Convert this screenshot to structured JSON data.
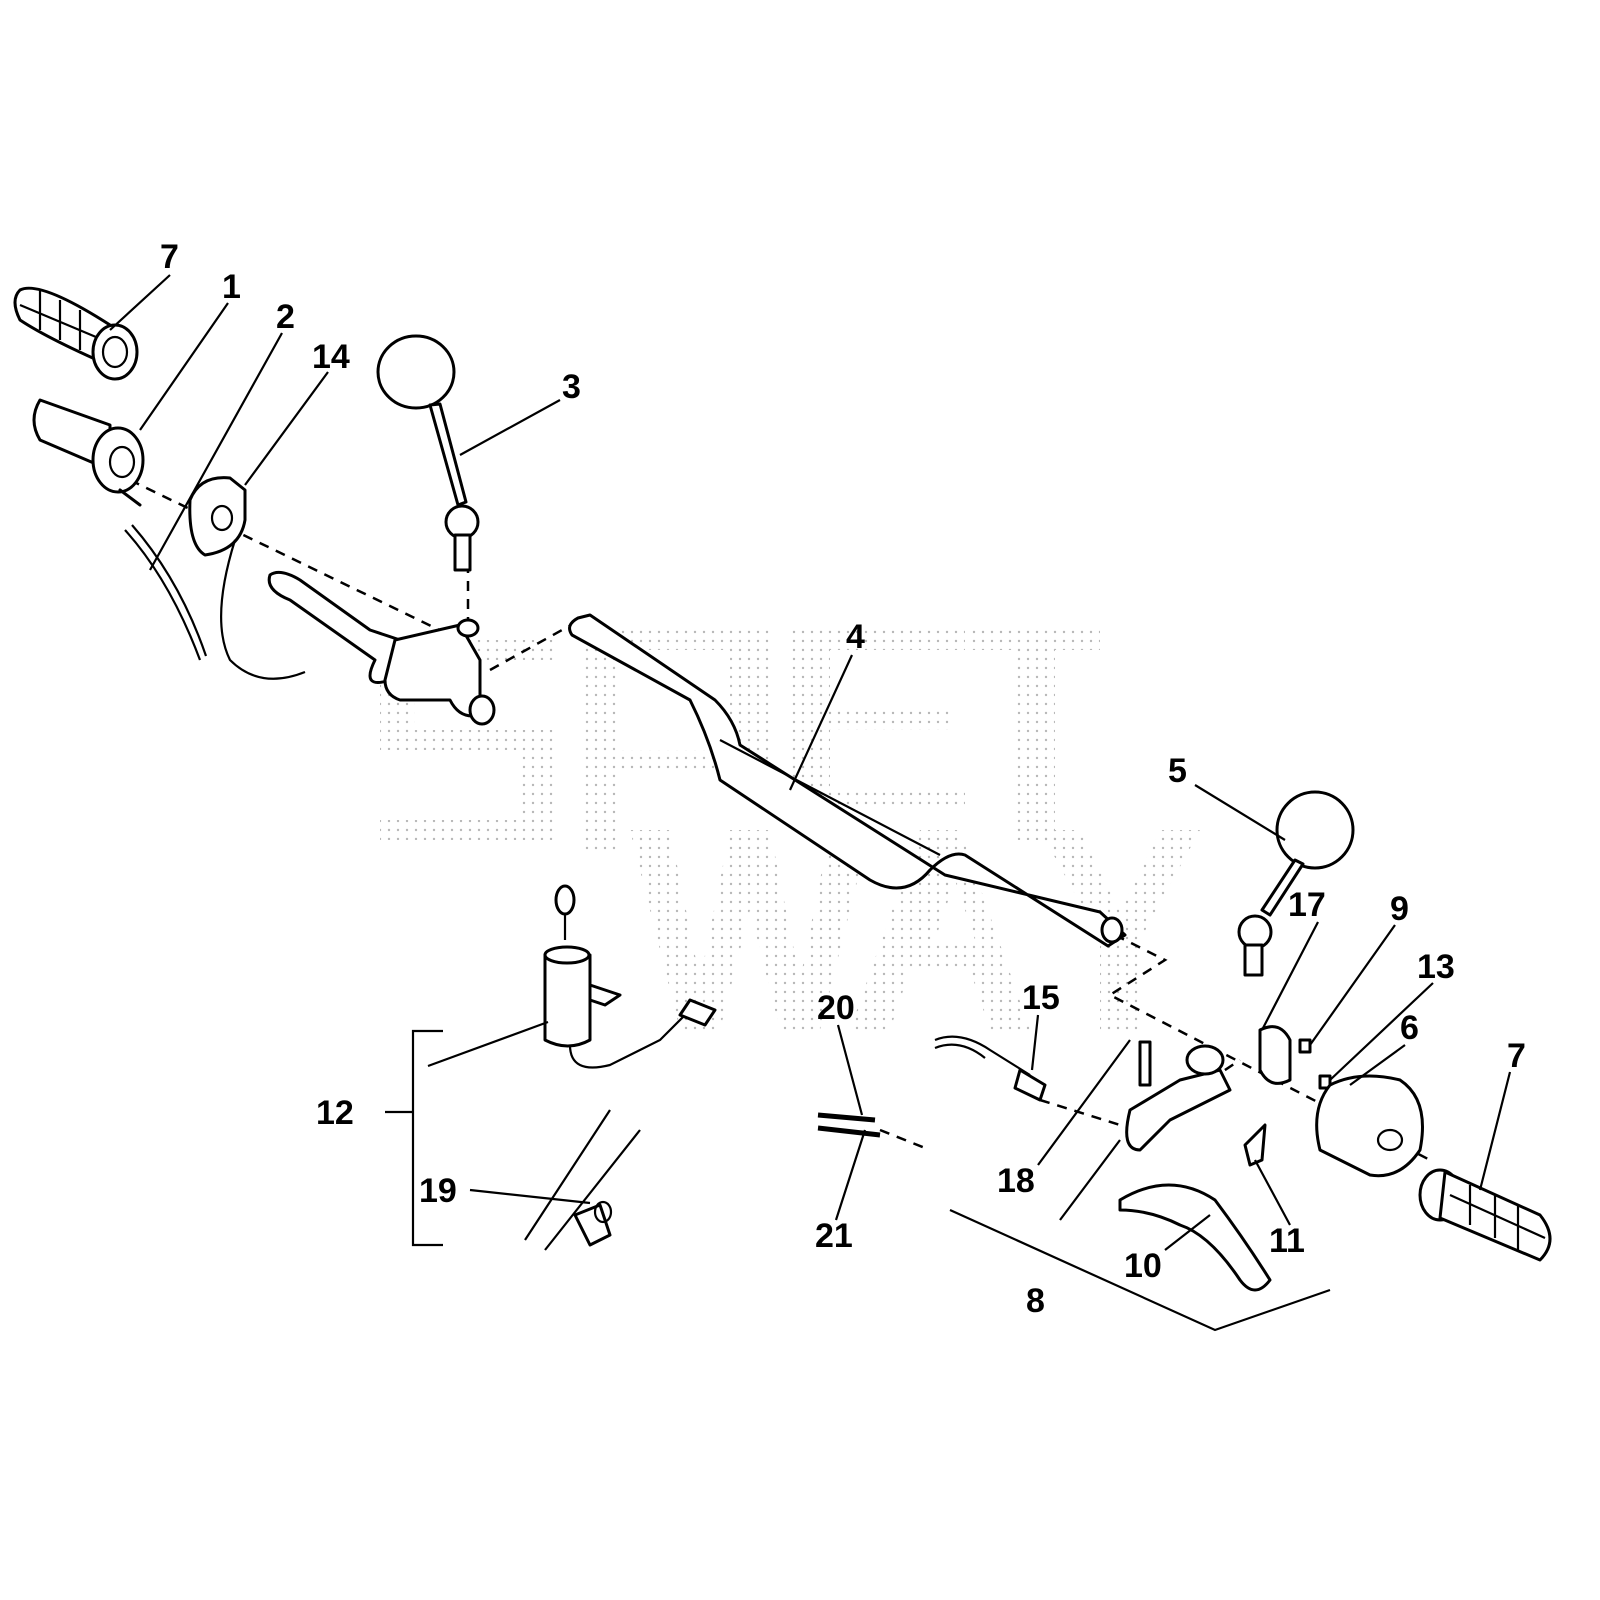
{
  "diagram": {
    "title": "Handlebar assembly exploded view",
    "callouts": [
      {
        "id": "7a",
        "text": "7"
      },
      {
        "id": "1",
        "text": "1"
      },
      {
        "id": "2",
        "text": "2"
      },
      {
        "id": "14",
        "text": "14"
      },
      {
        "id": "3",
        "text": "3"
      },
      {
        "id": "4",
        "text": "4"
      },
      {
        "id": "5",
        "text": "5"
      },
      {
        "id": "17",
        "text": "17"
      },
      {
        "id": "9",
        "text": "9"
      },
      {
        "id": "13",
        "text": "13"
      },
      {
        "id": "6",
        "text": "6"
      },
      {
        "id": "7b",
        "text": "7"
      },
      {
        "id": "15",
        "text": "15"
      },
      {
        "id": "20",
        "text": "20"
      },
      {
        "id": "12",
        "text": "12"
      },
      {
        "id": "19",
        "text": "19"
      },
      {
        "id": "18",
        "text": "18"
      },
      {
        "id": "21",
        "text": "21"
      },
      {
        "id": "10",
        "text": "10"
      },
      {
        "id": "11",
        "text": "11"
      },
      {
        "id": "8",
        "text": "8"
      }
    ]
  }
}
